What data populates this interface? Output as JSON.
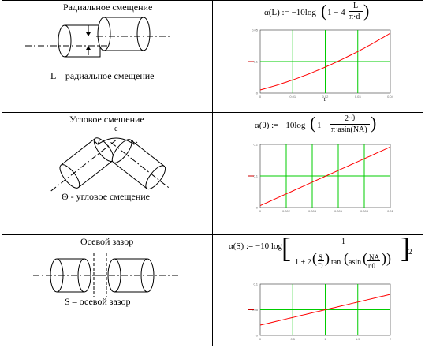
{
  "rows": [
    {
      "title": "Радиальное смещение",
      "caption": "L – радиальное смещение",
      "diagram_label": "",
      "formula": {
        "lhs": "α(L) := −10log",
        "inner_prefix": "1 − 4",
        "num": "L",
        "den": "π·d"
      },
      "plot": {
        "y_ticks": [
          "0.05",
          "0.1",
          "0"
        ],
        "x_ticks": [
          "0",
          "0.01",
          "0.02",
          "0.03",
          "0.04"
        ],
        "x_label": "L",
        "trend": "curved-up"
      }
    },
    {
      "title": "Угловое смещение",
      "caption": "Θ - угловое смещение",
      "diagram_label": "c",
      "formula": {
        "lhs": "α(θ) := −10log",
        "inner_prefix": "1 −",
        "num": "2·θ",
        "den": "π·asin(NA)"
      },
      "plot": {
        "y_ticks": [
          "0.2",
          "0.1",
          "0"
        ],
        "x_ticks": [
          "0",
          "0.002",
          "0.004",
          "0.006",
          "0.008",
          "0.01"
        ],
        "x_label": "",
        "trend": "linear"
      }
    },
    {
      "title": "Осевой зазор",
      "caption": "S – осевой зазор",
      "diagram_label": "",
      "formula": {
        "lhs": "α(S) := −10 log",
        "num_top": "1",
        "den_a": "1 + 2",
        "s": "S",
        "d": "D",
        "tan": "tan",
        "asin": "asin",
        "na": "NA",
        "n0": "n0",
        "pow": "2"
      },
      "plot": {
        "y_ticks": [
          "0.1",
          "0.05",
          "0"
        ],
        "x_ticks": [
          "0",
          "0.5",
          "1",
          "1.5",
          "2"
        ],
        "x_label": "",
        "trend": "linear-slight"
      }
    }
  ],
  "colors": {
    "curve": "#ff0000",
    "grid": "#00cc00",
    "border": "#000000",
    "axis_tick": "#cc0000"
  }
}
